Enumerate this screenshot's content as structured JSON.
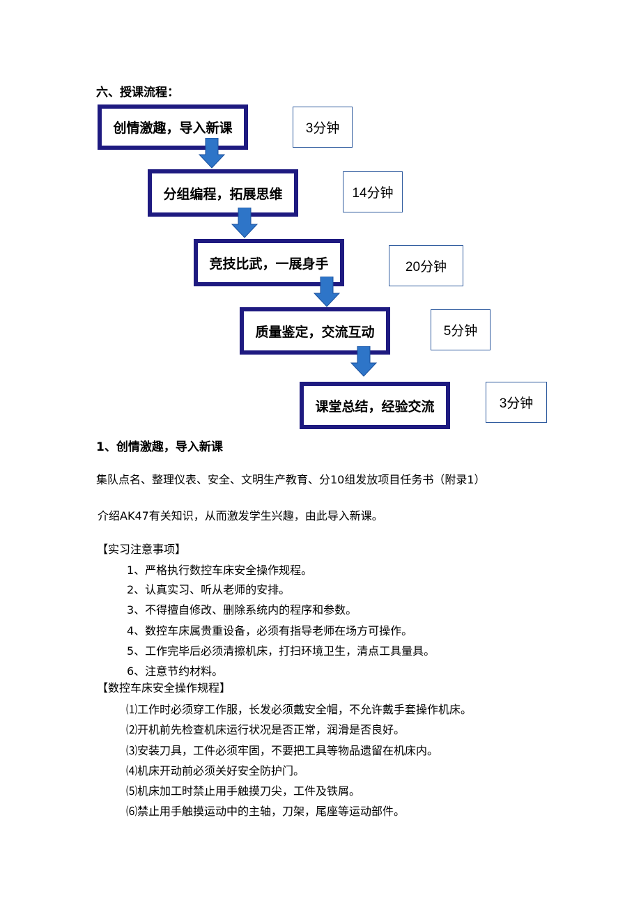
{
  "section_title": "六、授课流程：",
  "flow_steps": [
    {
      "label": "创情激趣，导入新课",
      "time": "3分钟"
    },
    {
      "label": "分组编程，拓展思维",
      "time": "14分钟"
    },
    {
      "label": "竞技比武，一展身手",
      "time": "20分钟"
    },
    {
      "label": "质量鉴定，交流互动",
      "time": "5分钟"
    },
    {
      "label": "课堂总结，经验交流",
      "time": "3分钟"
    }
  ],
  "subsection_1": {
    "title": "1、创情激趣，导入新课",
    "paragraphs": [
      "集队点名、整理仪表、安全、文明生产教育、分10组发放项目任务书（附录1）",
      "介绍AK47有关知识，从而激发学生兴趣，由此导入新课。"
    ]
  },
  "notes": {
    "title": "【实习注意事项】",
    "items": [
      "1、严格执行数控车床安全操作规程。",
      "2、认真实习、听从老师的安排。",
      "3、不得擅自修改、删除系统内的程序和参数。",
      "4、数控车床属贵重设备，必须有指导老师在场方可操作。",
      "5、工作完毕后必须清擦机床，打扫环境卫生，清点工具量具。",
      "6、注意节约材料。"
    ]
  },
  "rules": {
    "title": "【数控车床安全操作规程】",
    "items": [
      "⑴工作时必须穿工作服，长发必须戴安全帽，不允许戴手套操作机床。",
      "⑵开机前先检查机床运行状况是否正常，润滑是否良好。",
      "⑶安装刀具，工件必须牢固，不要把工具等物品遗留在机床内。",
      "⑷机床开动前必须关好安全防护门。",
      "⑸机床加工时禁止用手触摸刀尖，工件及铁屑。",
      "⑹禁止用手触摸运动中的主轴，刀架，尾座等运动部件。"
    ]
  },
  "colors": {
    "step_border": "#1e1a80",
    "arrow_fill": "#2e75c8",
    "time_border": "#2f5b9e"
  }
}
